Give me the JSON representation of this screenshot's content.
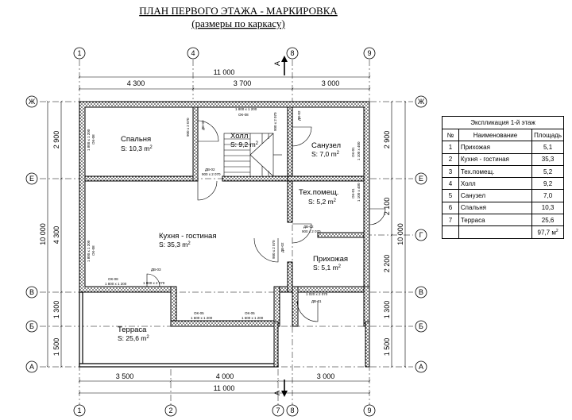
{
  "title": "ПЛАН ПЕРВОГО ЭТАЖА - МАРКИРОВКА",
  "subtitle": "(размеры по каркасу)",
  "axes": {
    "top": [
      "1",
      "4",
      "8",
      "9"
    ],
    "bottom": [
      "1",
      "2",
      "7",
      "8",
      "9"
    ],
    "left": [
      "Ж",
      "Е",
      "В",
      "Б",
      "А"
    ],
    "right": [
      "Ж",
      "Е",
      "Г",
      "В",
      "Б",
      "А"
    ]
  },
  "section_marks": {
    "top": "А",
    "bottom": "А"
  },
  "dims": {
    "top_total": "11 000",
    "top_segments": [
      "4 300",
      "3 700",
      "3 000"
    ],
    "bottom_total": "11 000",
    "bottom_segments": [
      "3 500",
      "4 000",
      "3 000"
    ],
    "left_total": "10 000",
    "left_segments": [
      "2 900",
      "4 300",
      "1 300",
      "1 500"
    ],
    "right_total": "10 000",
    "right_segments": [
      "2 900",
      "2 100",
      "2 200",
      "1 300",
      "1 500"
    ]
  },
  "rooms": {
    "bedroom": {
      "name": "Спальня",
      "area": "S: 10,3 m",
      "sup": "2"
    },
    "hall": {
      "name": "Холл",
      "area": "S: 9,2 m",
      "sup": "2"
    },
    "bathroom": {
      "name": "Санузел",
      "area": "S: 7,0 m",
      "sup": "2"
    },
    "tech": {
      "name": "Тех.помещ.",
      "area": "S: 5,2 m",
      "sup": "2"
    },
    "kitchen": {
      "name": "Кухня - гостиная",
      "area": "S: 35,3 m",
      "sup": "2"
    },
    "entry": {
      "name": "Прихожая",
      "area": "S: 5,1 m",
      "sup": "2"
    },
    "terrace": {
      "name": "Терраса",
      "area": "S: 25,6 m",
      "sup": "2"
    }
  },
  "openings": {
    "ok08_top": "ОК-08",
    "ok08_top_size": "1 800 x 1 200",
    "ok08_bed_left": "ОК-08",
    "ok08_bed_left_size": "1 800 x 1 200",
    "dv02_bed": "ДВ-02",
    "dv02_bed_size": "900 x 2 070",
    "dv02_hall": "ДВ-02",
    "dv02_hall_size": "900 x 2 070",
    "dv02_bath": "ДВ-02",
    "dv02_bath_size": "900 x 2 070",
    "ok01_bath": "ОК-01",
    "ok01_bath_size": "1 100 x 400",
    "ok01_tech": "ОК-01",
    "ok01_tech_size": "1 100 x 400",
    "dv02_tech": "ДВ-02",
    "dv02_tech_size": "900 x 2 070",
    "dv02_entry": "ДВ-02",
    "dv02_entry_size": "900 x 2 070",
    "ok08_kitchen_left": "ОК-08",
    "ok08_kitchen_left_size": "1 800 x 1 200",
    "ok08_kitchen_bottom": "ОК-08",
    "ok08_kitchen_bottom_size": "1 800 x 1 200",
    "dv03": "ДВ-03",
    "dv03_size": "1 800 x 2 070",
    "ok05_a": "ОК-05",
    "ok05_a_size": "1 600 x 1 200",
    "ok05_b": "ОК-05",
    "ok05_b_size": "1 600 x 1 200",
    "dv01": "ДВ-01",
    "dv01_size": "1 020 x 2 070"
  },
  "explication": {
    "caption": "Экспликация 1-й этаж",
    "headers": [
      "№",
      "Наименование",
      "Площадь"
    ],
    "rows": [
      [
        "1",
        "Прихожая",
        "5,1"
      ],
      [
        "2",
        "Кухня - гостиная",
        "35,3"
      ],
      [
        "3",
        "Тех.помещ.",
        "5,2"
      ],
      [
        "4",
        "Холл",
        "9,2"
      ],
      [
        "5",
        "Санузел",
        "7,0"
      ],
      [
        "6",
        "Спальня",
        "10,3"
      ],
      [
        "7",
        "Терраса",
        "25,6"
      ]
    ],
    "total": "97,7 м"
  }
}
